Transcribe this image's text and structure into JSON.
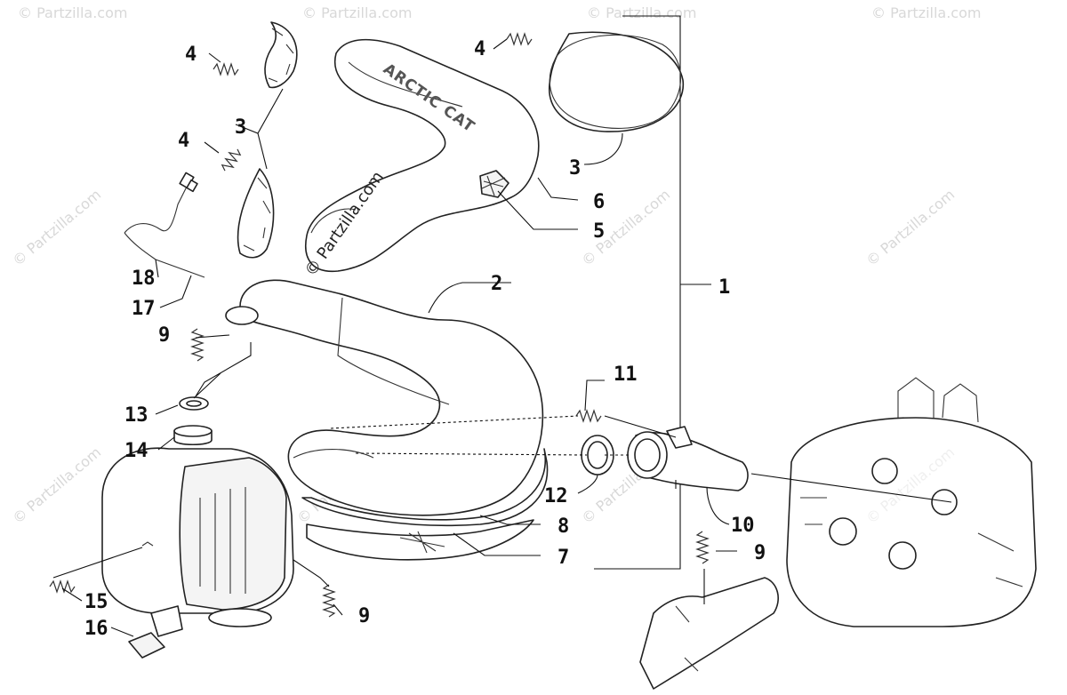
{
  "watermark": {
    "text": "© Partzilla.com",
    "main_text": "© Partzilla.com"
  },
  "brand_text": "ARCTIC CAT",
  "callouts": [
    {
      "id": "c1",
      "label": "1"
    },
    {
      "id": "c2",
      "label": "2"
    },
    {
      "id": "c3a",
      "label": "3"
    },
    {
      "id": "c3b",
      "label": "3"
    },
    {
      "id": "c4a",
      "label": "4"
    },
    {
      "id": "c4b",
      "label": "4"
    },
    {
      "id": "c4c",
      "label": "4"
    },
    {
      "id": "c5",
      "label": "5"
    },
    {
      "id": "c6",
      "label": "6"
    },
    {
      "id": "c7",
      "label": "7"
    },
    {
      "id": "c8",
      "label": "8"
    },
    {
      "id": "c9a",
      "label": "9"
    },
    {
      "id": "c9b",
      "label": "9"
    },
    {
      "id": "c9c",
      "label": "9"
    },
    {
      "id": "c10",
      "label": "10"
    },
    {
      "id": "c11",
      "label": "11"
    },
    {
      "id": "c12",
      "label": "12"
    },
    {
      "id": "c13",
      "label": "13"
    },
    {
      "id": "c14",
      "label": "14"
    },
    {
      "id": "c15",
      "label": "15"
    },
    {
      "id": "c16",
      "label": "16"
    },
    {
      "id": "c17",
      "label": "17"
    },
    {
      "id": "c18",
      "label": "18"
    }
  ]
}
